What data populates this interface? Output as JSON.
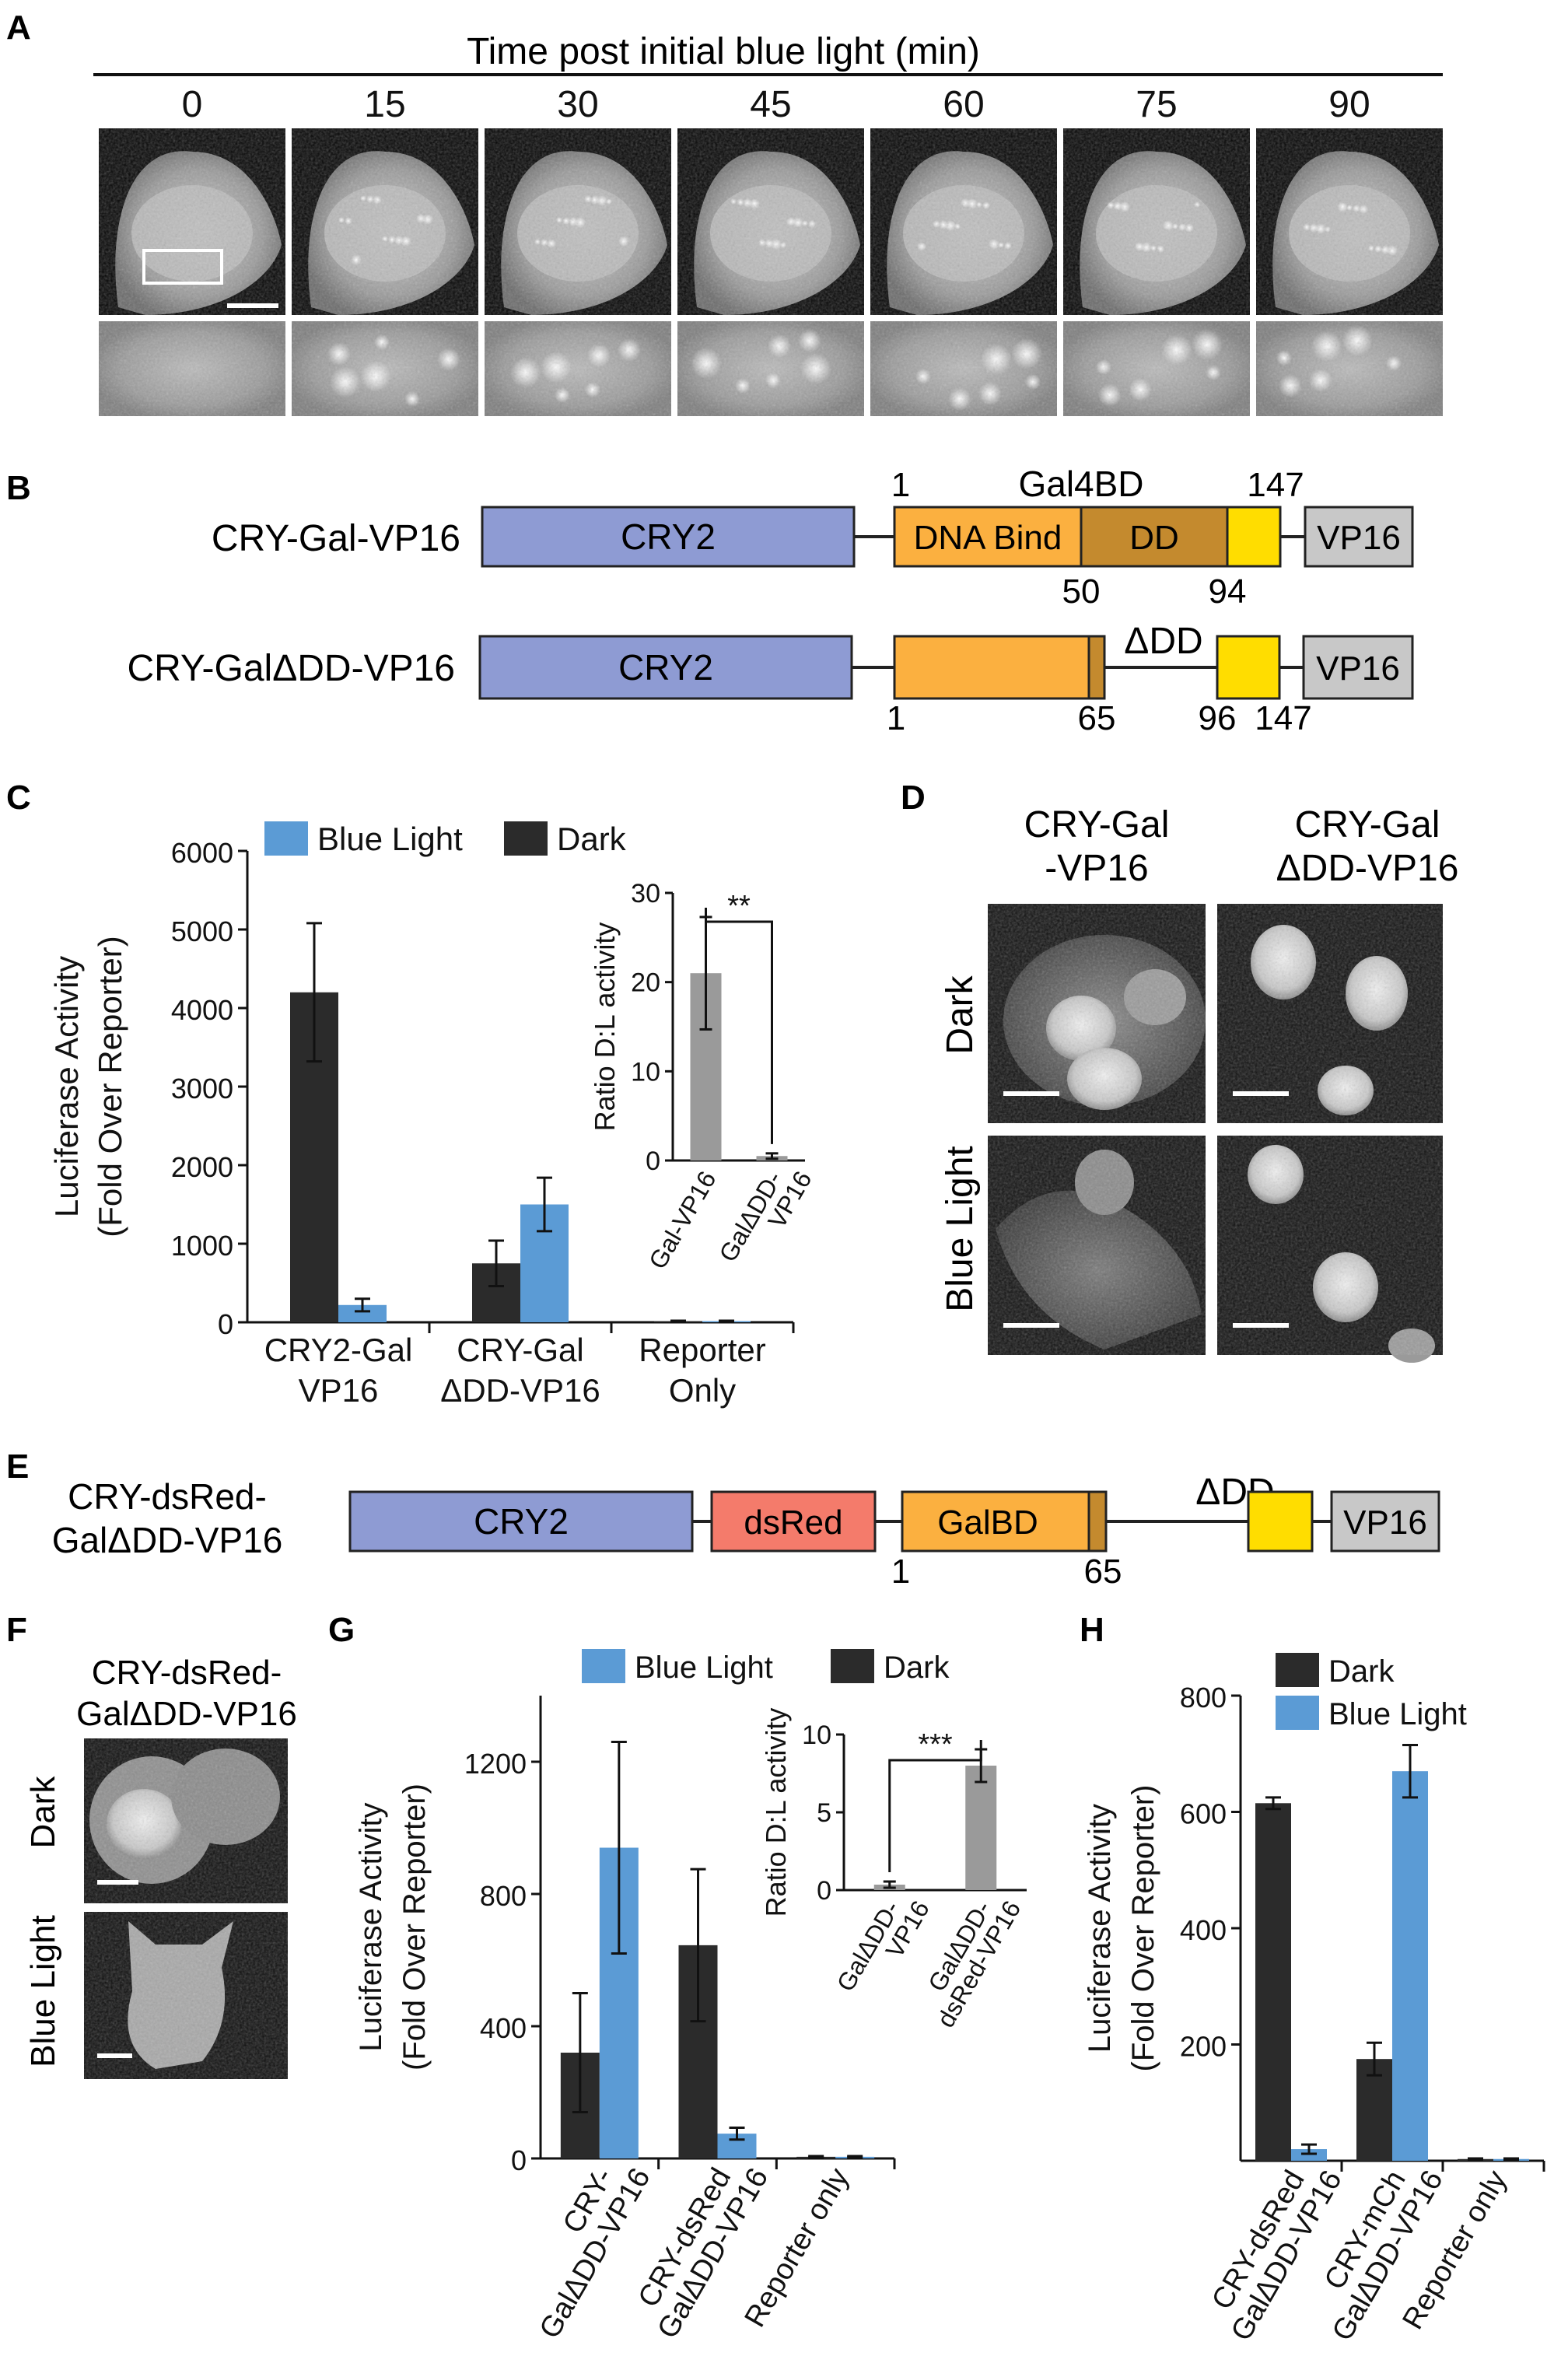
{
  "panel_letters": [
    "A",
    "B",
    "C",
    "D",
    "E",
    "F",
    "G",
    "H"
  ],
  "panelA": {
    "title": "Time post initial blue light (min)",
    "times": [
      "0",
      "15",
      "30",
      "45",
      "60",
      "75",
      "90"
    ]
  },
  "panelB": {
    "constructs": [
      {
        "name": "CRY-Gal-VP16",
        "cry": "CRY2",
        "dna": "DNA Bind",
        "dd": "DD",
        "gal": "Gal4BD",
        "vp": "VP16",
        "nums_top": [
          "1",
          "147"
        ],
        "nums_bottom": [
          "50",
          "94"
        ]
      },
      {
        "name": "CRY-GalΔDD-VP16",
        "cry": "CRY2",
        "delta": "ΔDD",
        "vp": "VP16",
        "nums_bottom": [
          "1",
          "65",
          "96",
          "147"
        ]
      }
    ]
  },
  "panelD": {
    "cols": [
      "CRY-Gal\n-VP16",
      "CRY-Gal\nΔDD-VP16"
    ],
    "col1_lines": [
      "CRY-Gal",
      "-VP16"
    ],
    "col2_lines": [
      "CRY-Gal",
      "ΔDD-VP16"
    ],
    "rows": [
      "Dark",
      "Blue Light"
    ]
  },
  "panelE": {
    "name_lines": [
      "CRY-dsRed-",
      "GalΔDD-VP16"
    ],
    "cry": "CRY2",
    "dsred": "dsRed",
    "galbd": "GalBD",
    "delta": "ΔDD",
    "vp": "VP16",
    "nums": [
      "1",
      "65"
    ]
  },
  "panelF": {
    "title_lines": [
      "CRY-dsRed-",
      "GalΔDD-VP16"
    ],
    "rows": [
      "Dark",
      "Blue Light"
    ]
  },
  "colors": {
    "dark": "#2b2b2b",
    "blue": "#5b9bd5",
    "gray": "#9a9a9a",
    "cry": "#8e9bd3",
    "orange": "#fbb040",
    "dd": "#c48a2e",
    "yellow": "#ffdd00",
    "vp": "#c8c8c8",
    "dsred": "#f47b6b"
  },
  "chart_data": [
    {
      "id": "C",
      "type": "bar",
      "legend": [
        "Blue Light",
        "Dark"
      ],
      "ylabel_lines": [
        "Luciferase Activity",
        "(Fold Over Reporter)"
      ],
      "yticks": [
        "0",
        "1000",
        "2000",
        "3000",
        "4000",
        "5000",
        "6000"
      ],
      "ylim": [
        0,
        6000
      ],
      "category_lines": [
        [
          "CRY2-Gal",
          "VP16"
        ],
        [
          "CRY-Gal",
          "ΔDD-VP16"
        ],
        [
          "Reporter",
          "Only"
        ]
      ],
      "series": [
        {
          "name": "Dark",
          "values": [
            4200,
            750,
            15
          ],
          "errors": [
            880,
            290,
            5
          ]
        },
        {
          "name": "Blue Light",
          "values": [
            220,
            1500,
            15
          ],
          "errors": [
            80,
            340,
            5
          ]
        }
      ],
      "inset": {
        "type": "bar",
        "ylabel": "Ratio D:L activity",
        "yticks": [
          "0",
          "10",
          "20",
          "30"
        ],
        "ylim": [
          0,
          30
        ],
        "category_lines": [
          [
            "Gal-VP16"
          ],
          [
            "GalΔDD-",
            "VP16"
          ]
        ],
        "values": [
          21,
          0.5
        ],
        "errors": [
          6.3,
          0.3
        ],
        "sig": "**"
      }
    },
    {
      "id": "G",
      "type": "bar",
      "legend": [
        "Blue Light",
        "Dark"
      ],
      "ylabel_lines": [
        "Luciferase Activity",
        "(Fold Over Reporter)"
      ],
      "yticks": [
        "0",
        "400",
        "800",
        "1200"
      ],
      "ylim": [
        0,
        1400
      ],
      "category_lines": [
        [
          "CRY-",
          "GalΔDD-VP16"
        ],
        [
          "CRY-dsRed",
          "GalΔDD-VP16"
        ],
        [
          "Reporter only"
        ]
      ],
      "series": [
        {
          "name": "Dark",
          "values": [
            320,
            645,
            5
          ],
          "errors": [
            180,
            230,
            2
          ]
        },
        {
          "name": "Blue Light",
          "values": [
            940,
            75,
            5
          ],
          "errors": [
            320,
            18,
            2
          ]
        }
      ],
      "inset": {
        "type": "bar",
        "ylabel": "Ratio D:L activity",
        "yticks": [
          "0",
          "5",
          "10"
        ],
        "ylim": [
          0,
          10
        ],
        "category_lines": [
          [
            "GalΔDD-",
            "VP16"
          ],
          [
            "GalΔDD-",
            "dsRed-VP16"
          ]
        ],
        "values": [
          0.35,
          8
        ],
        "errors": [
          0.2,
          1.05
        ],
        "sig": "***"
      }
    },
    {
      "id": "H",
      "type": "bar",
      "legend": [
        "Dark",
        "Blue Light"
      ],
      "ylabel_lines": [
        "Luciferase Activity",
        "(Fold Over Reporter)"
      ],
      "yticks": [
        "200",
        "400",
        "600",
        "800"
      ],
      "ylim": [
        0,
        800
      ],
      "category_lines": [
        [
          "CRY-dsRed",
          "GalΔDD-VP16"
        ],
        [
          "CRY-mCh",
          "GalΔDD-VP16"
        ],
        [
          "Reporter only"
        ]
      ],
      "series": [
        {
          "name": "Dark",
          "values": [
            615,
            175,
            3
          ],
          "errors": [
            10,
            28,
            1
          ]
        },
        {
          "name": "Blue Light",
          "values": [
            20,
            670,
            3
          ],
          "errors": [
            8,
            45,
            1
          ]
        }
      ]
    }
  ]
}
